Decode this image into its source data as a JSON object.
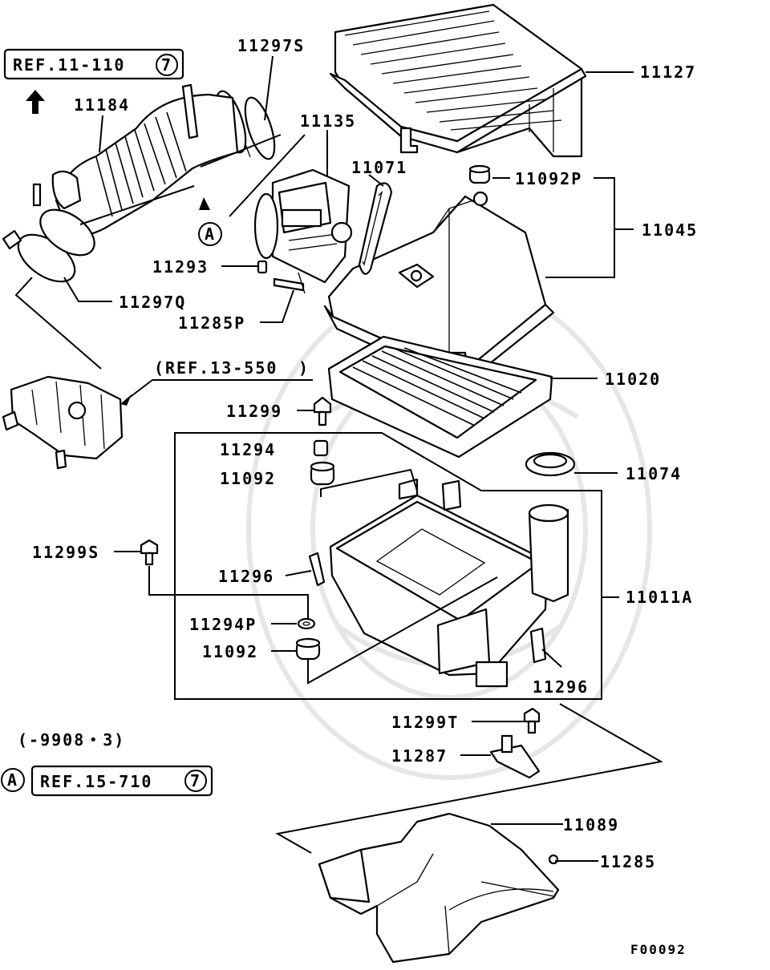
{
  "diagram_code": "F00092",
  "applicability": "(-9908・3)",
  "circle_ref": "A",
  "references": [
    {
      "text": "REF.11-110",
      "circled": "7"
    },
    {
      "text": "REF.13-550",
      "paren": true
    },
    {
      "text": "REF.15-710",
      "circled": "7"
    }
  ],
  "part_labels": [
    "11297S",
    "11184",
    "11135",
    "11071",
    "11127",
    "11092P",
    "11045",
    "11293",
    "11297Q",
    "11285P",
    "11020",
    "11299",
    "11294",
    "11092",
    "11074",
    "11299S",
    "11296",
    "11011A",
    "11294P",
    "11092",
    "11296",
    "11299T",
    "11287",
    "11089",
    "11285"
  ]
}
